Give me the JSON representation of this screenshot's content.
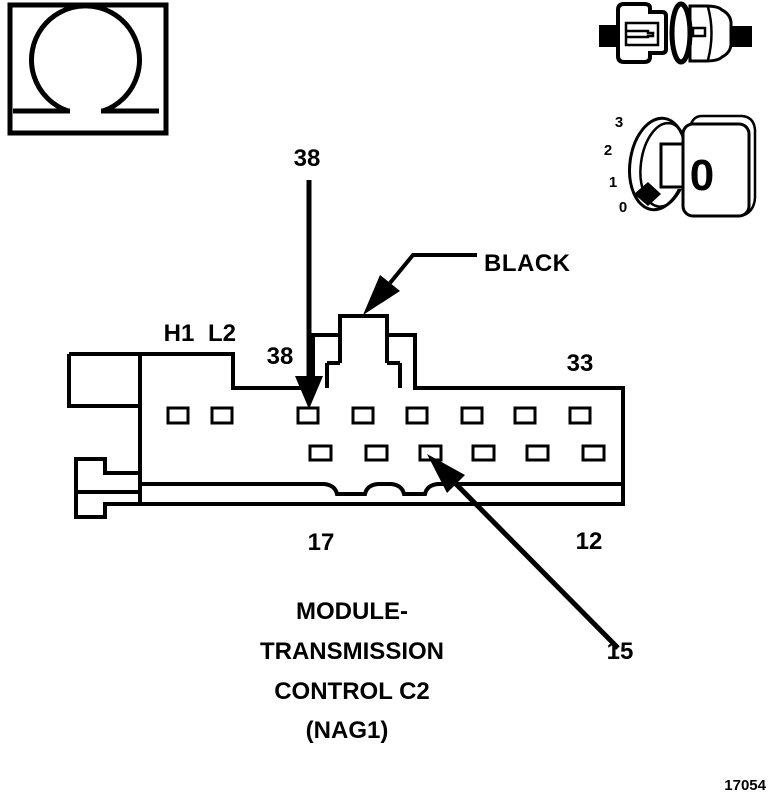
{
  "connector": {
    "name_labels": {
      "h1": "H1",
      "l2": "L2"
    },
    "pin_labels": {
      "callout_38_top": "38",
      "pin_38": "38",
      "pin_33": "33",
      "pin_17": "17",
      "pin_12": "12",
      "pin_15": "15"
    },
    "wire_color_label": "BLACK",
    "pin_rows": {
      "top_row_pin_count": 8,
      "bottom_row_pin_count": 6
    }
  },
  "caption": {
    "line1": "MODULE-",
    "line2": "TRANSMISSION",
    "line3": "CONTROL C2",
    "line4": "(NAG1)"
  },
  "figure_number": "17054",
  "dial_icon": {
    "ticks": [
      "3",
      "2",
      "1",
      "0"
    ],
    "knob_label": "0"
  },
  "colors": {
    "line": "#000000",
    "background": "#ffffff"
  }
}
